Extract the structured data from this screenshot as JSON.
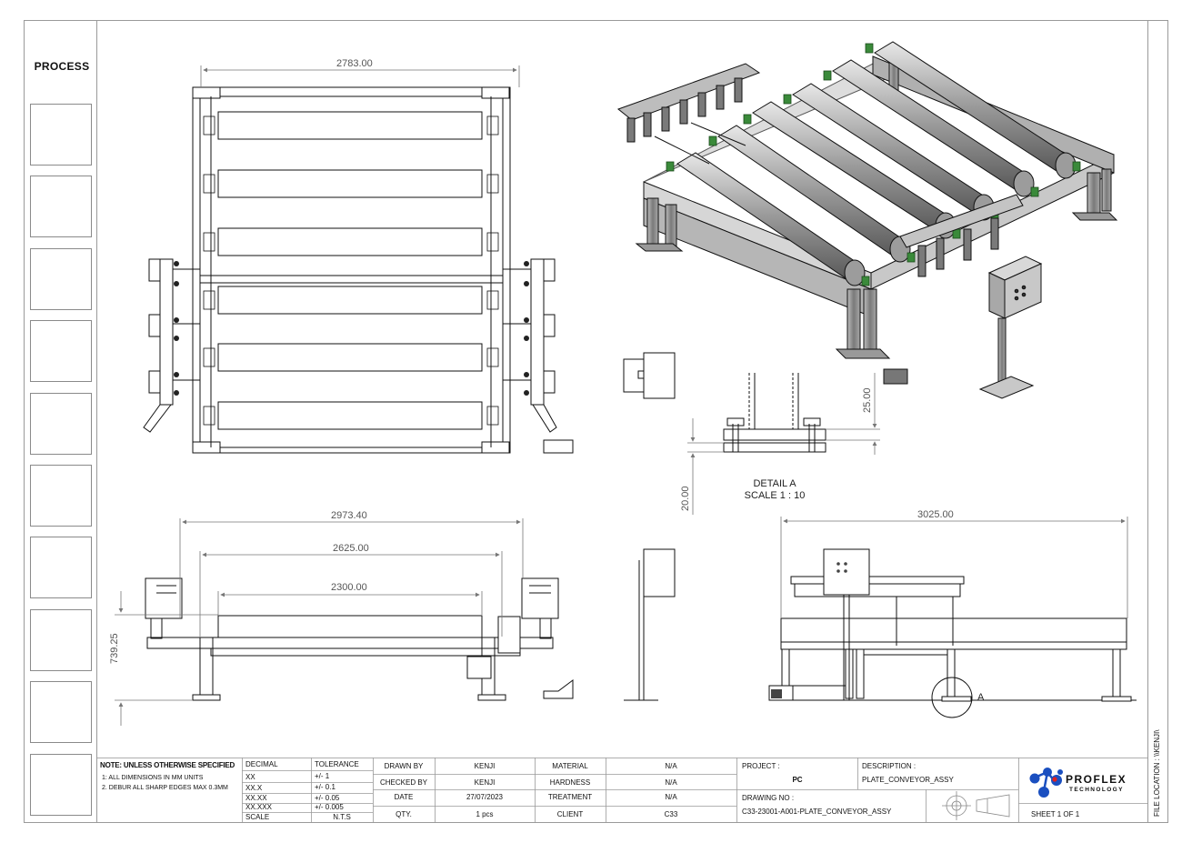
{
  "process": {
    "title": "PROCESS",
    "boxes": 10
  },
  "dimensions": {
    "plan_width": "2783.00",
    "front_overall": "2973.40",
    "front_mid": "2625.00",
    "front_roller": "2300.00",
    "front_height": "739.25",
    "side_width": "3025.00",
    "detail_h1": "25.00",
    "detail_h2": "20.00"
  },
  "detail": {
    "title": "DETAIL A",
    "scale": "SCALE 1 : 10",
    "callout": "A"
  },
  "notes": {
    "heading": "NOTE: UNLESS OTHERWISE SPECIFIED",
    "line1": "1: ALL DIMENSIONS IN MM UNITS",
    "line2": "2. DEBUR ALL SHARP EDGES MAX 0.3MM"
  },
  "tolerance": {
    "decimal_label": "DECIMAL",
    "tolerance_label": "TOLERANCE",
    "rows": [
      {
        "decimal": "XX",
        "tolerance": "+/- 1"
      },
      {
        "decimal": "XX.X",
        "tolerance": "+/- 0.1"
      },
      {
        "decimal": "XX.XX",
        "tolerance": "+/- 0.05"
      },
      {
        "decimal": "XX.XXX",
        "tolerance": "+/- 0.005"
      },
      {
        "decimal": "SCALE",
        "tolerance": "N.T.S"
      }
    ]
  },
  "signoff": {
    "drawn_by_label": "DRAWN BY",
    "drawn_by": "KENJI",
    "checked_by_label": "CHECKED BY",
    "checked_by": "KENJI",
    "date_label": "DATE",
    "date": "27/07/2023",
    "qty_label": "QTY.",
    "qty": "1 pcs"
  },
  "material": {
    "material_label": "MATERIAL",
    "material": "N/A",
    "hardness_label": "HARDNESS",
    "hardness": "N/A",
    "treatment_label": "TREATMENT",
    "treatment": "N/A",
    "client_label": "CLIENT",
    "client": "C33"
  },
  "project": {
    "project_label": "PROJECT :",
    "project": "PC",
    "description_label": "DESCRIPTION :",
    "description": "PLATE_CONVEYOR_ASSY",
    "drawing_no_label": "DRAWING NO :",
    "drawing_no": "C33-23001-A001-PLATE_CONVEYOR_ASSY"
  },
  "brand": {
    "name": "PROFLEX",
    "sub": "TECHNOLOGY",
    "sheet": "SHEET 1 OF 1"
  },
  "file_location": "FILE LOCATION : \\\\KENJI\\",
  "colors": {
    "line": "#111111",
    "dim": "#777777",
    "roller": "#8a8a8a",
    "bearing": "#3a8a3a",
    "logo_blue": "#1a4fc0",
    "logo_red": "#e02020"
  }
}
